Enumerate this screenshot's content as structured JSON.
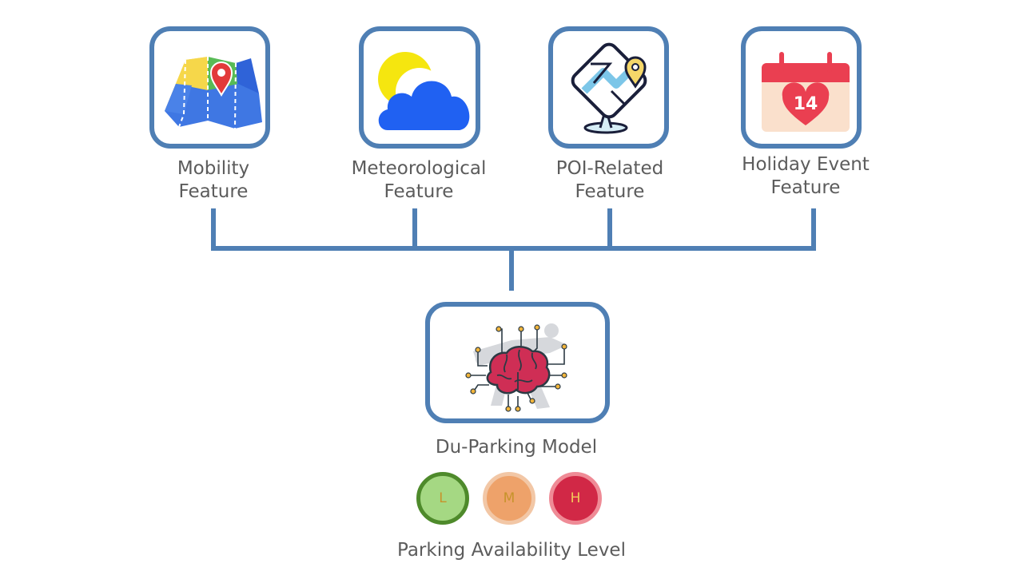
{
  "features": [
    {
      "label": "Mobility\nFeature",
      "icon": "folded-map-icon"
    },
    {
      "label": "Meteorological\nFeature",
      "icon": "sun-cloud-icon"
    },
    {
      "label": "POI-Related\nFeature",
      "icon": "map-pin-icon"
    },
    {
      "label": "Holiday Event\nFeature",
      "icon": "calendar-icon"
    }
  ],
  "calendar_day": "14",
  "model": {
    "label": "Du-Parking Model",
    "icon": "brain-circuit-icon"
  },
  "levels": [
    {
      "letter": "L",
      "fill": "#a5d883",
      "ring": "#4e8a2b",
      "text": "#c7932b"
    },
    {
      "letter": "M",
      "fill": "#eea26a",
      "ring": "#f2c7a6",
      "text": "#c7932b"
    },
    {
      "letter": "H",
      "fill": "#d12846",
      "ring": "#ef8b96",
      "text": "#f3c95a"
    }
  ],
  "levels_label": "Parking Availability Level",
  "colors": {
    "frame": "#4f7fb4",
    "label_text": "#5c5c5c"
  }
}
